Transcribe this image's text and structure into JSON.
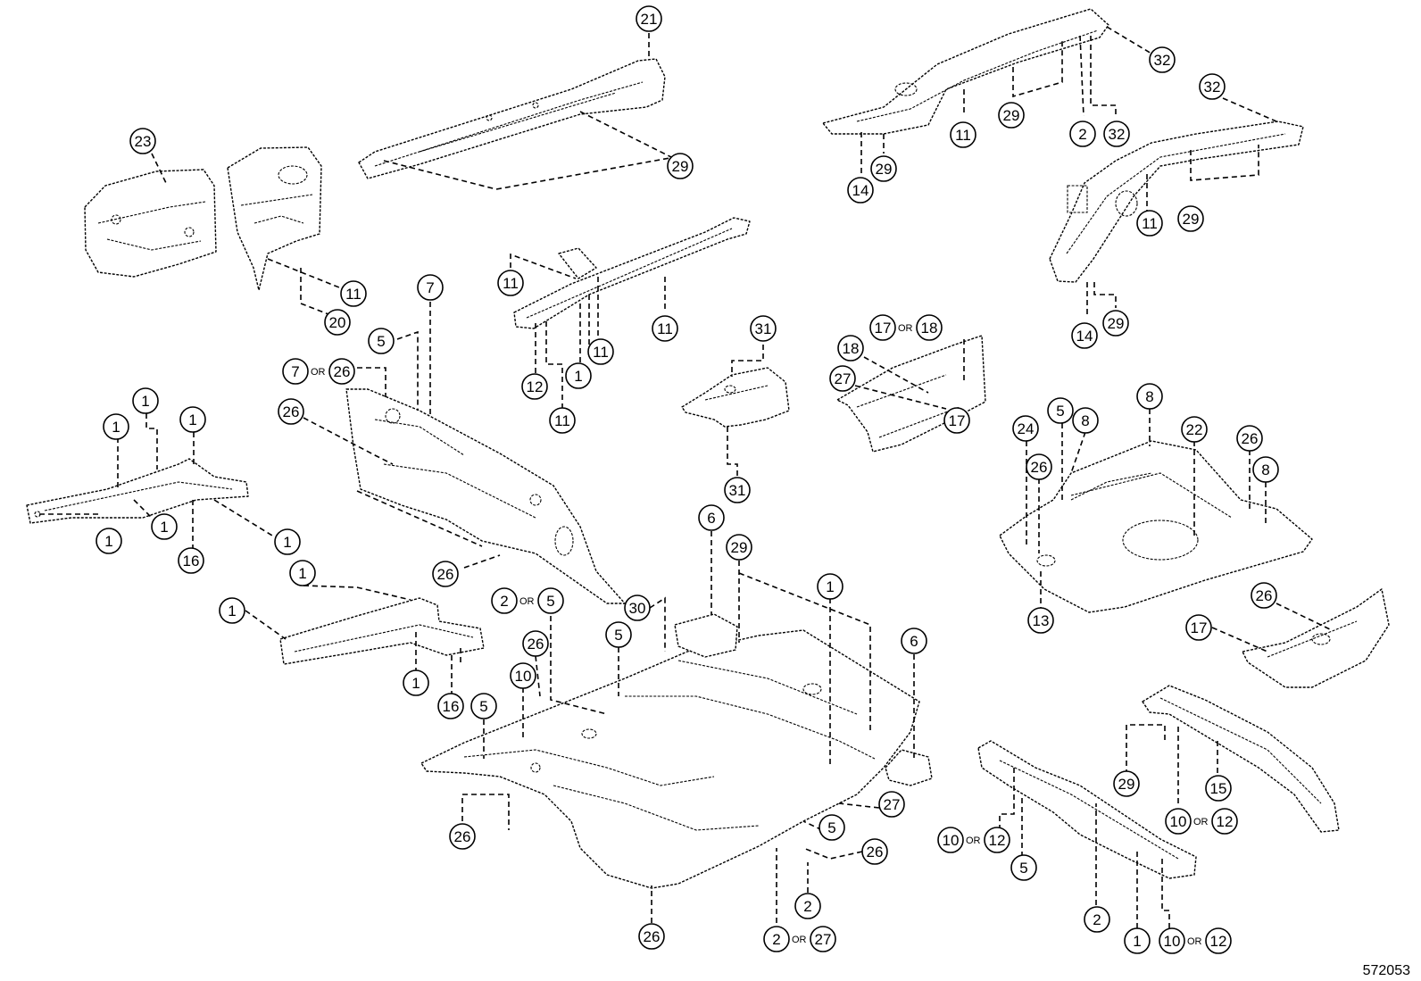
{
  "figure_id": "572053",
  "or_label": "OR",
  "callouts": [
    {
      "n": "21"
    },
    {
      "n": "29"
    },
    {
      "n": "23"
    },
    {
      "n": "11"
    },
    {
      "n": "20"
    },
    {
      "n": "32"
    },
    {
      "n": "29"
    },
    {
      "n": "11"
    },
    {
      "n": "2"
    },
    {
      "n": "32"
    },
    {
      "n": "14"
    },
    {
      "n": "29"
    },
    {
      "n": "32"
    },
    {
      "n": "11"
    },
    {
      "n": "29"
    },
    {
      "n": "14"
    },
    {
      "n": "29"
    },
    {
      "n": "11"
    },
    {
      "n": "11"
    },
    {
      "n": "11"
    },
    {
      "n": "12"
    },
    {
      "n": "1"
    },
    {
      "n": "11"
    },
    {
      "n": "7"
    },
    {
      "n": "5"
    },
    {
      "n": "26"
    },
    {
      "n": "1"
    },
    {
      "n": "1"
    },
    {
      "n": "1"
    },
    {
      "n": "1"
    },
    {
      "n": "1"
    },
    {
      "n": "16"
    },
    {
      "n": "1"
    },
    {
      "n": "31"
    },
    {
      "n": "31"
    },
    {
      "n": "18"
    },
    {
      "n": "27"
    },
    {
      "n": "17"
    },
    {
      "n": "8"
    },
    {
      "n": "5"
    },
    {
      "n": "8"
    },
    {
      "n": "24"
    },
    {
      "n": "22"
    },
    {
      "n": "26"
    },
    {
      "n": "26"
    },
    {
      "n": "8"
    },
    {
      "n": "13"
    },
    {
      "n": "26"
    },
    {
      "n": "1"
    },
    {
      "n": "1"
    },
    {
      "n": "1"
    },
    {
      "n": "16"
    },
    {
      "n": "6"
    },
    {
      "n": "29"
    },
    {
      "n": "1"
    },
    {
      "n": "30"
    },
    {
      "n": "5"
    },
    {
      "n": "26"
    },
    {
      "n": "10"
    },
    {
      "n": "5"
    },
    {
      "n": "6"
    },
    {
      "n": "26"
    },
    {
      "n": "17"
    },
    {
      "n": "27"
    },
    {
      "n": "5"
    },
    {
      "n": "26"
    },
    {
      "n": "2"
    },
    {
      "n": "26"
    },
    {
      "n": "26"
    },
    {
      "n": "29"
    },
    {
      "n": "15"
    },
    {
      "n": "5"
    },
    {
      "n": "2"
    },
    {
      "n": "1"
    }
  ],
  "or_callouts": [
    {
      "a": "7",
      "b": "26"
    },
    {
      "a": "17",
      "b": "18"
    },
    {
      "a": "2",
      "b": "5"
    },
    {
      "a": "2",
      "b": "27"
    },
    {
      "a": "10",
      "b": "12"
    },
    {
      "a": "10",
      "b": "12"
    },
    {
      "a": "10",
      "b": "12"
    }
  ]
}
